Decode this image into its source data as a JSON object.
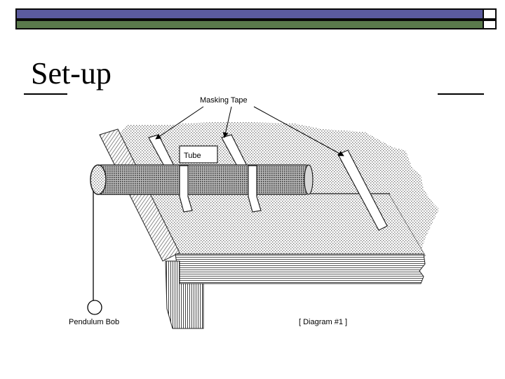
{
  "slide": {
    "title": "Set-up"
  },
  "diagram": {
    "labels": {
      "masking_tape": "Masking Tape",
      "tube": "Tube",
      "pendulum_bob": "Pendulum Bob",
      "caption": "[ Diagram #1 ]"
    }
  },
  "colors": {
    "top_bar": "#5b5b9e",
    "second_bar": "#5a7a4c"
  }
}
